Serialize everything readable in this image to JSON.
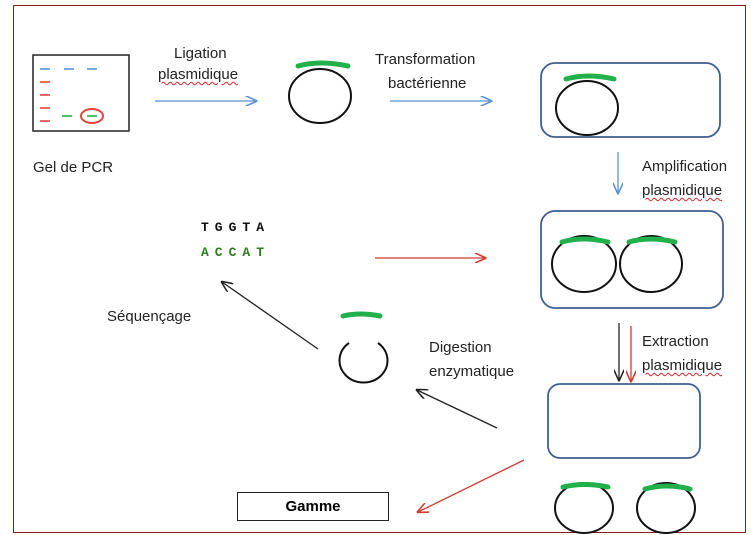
{
  "labels": {
    "gel": "Gel de PCR",
    "ligation_1": "Ligation",
    "ligation_2": "plasmidique",
    "transformation_1": "Transformation",
    "transformation_2": "bactérienne",
    "amplification_1": "Amplification",
    "amplification_2": "plasmidique",
    "extraction_1": "Extraction",
    "extraction_2": "plasmidique",
    "digestion_1": "Digestion",
    "digestion_2": "enzymatique",
    "sequencage": "Séquençage",
    "gamme": "Gamme"
  },
  "sequence": {
    "top": "TGGTA",
    "bottom": "ACCAT"
  },
  "colors": {
    "frame": "#8b1a1a",
    "blue_arrow": "#5b8fd6",
    "red_arrow": "#d23a2e",
    "black_arrow": "#222222",
    "insert_green": "#22b04b",
    "cell_border": "#3f5f8f",
    "gel_red": "#e0473a",
    "seq_green": "#2e7d1f"
  }
}
